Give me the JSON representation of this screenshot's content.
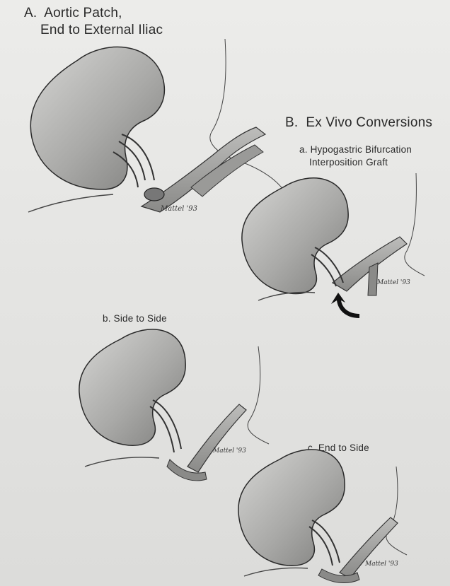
{
  "figure": {
    "panel_a": {
      "letter": "A.",
      "title_line1": "Aortic Patch,",
      "title_line2": "End to External Iliac"
    },
    "panel_b": {
      "letter": "B.",
      "title": "Ex Vivo Conversions",
      "sub_a_line1": "a. Hypogastric Bifurcation",
      "sub_a_line2": "Interposition Graft",
      "sub_b": "b. Side to Side",
      "sub_c": "c. End to Side"
    },
    "artist_signature": "Mattel '93"
  },
  "colors": {
    "ink": "#2a2a2a",
    "paper": "#e8e8e6"
  }
}
